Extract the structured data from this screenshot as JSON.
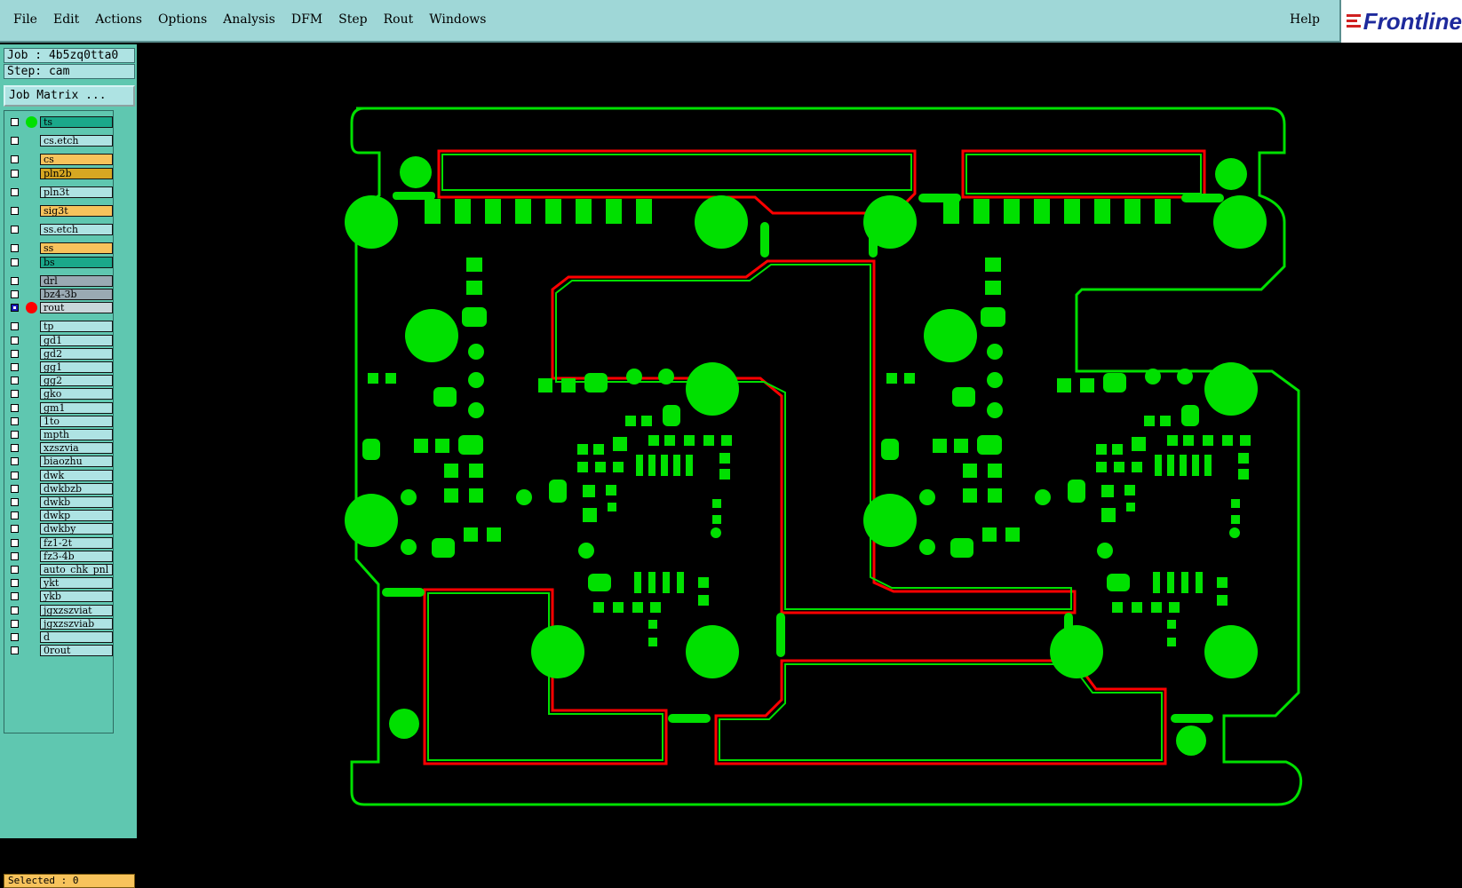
{
  "menubar": {
    "items": [
      "File",
      "Edit",
      "Actions",
      "Options",
      "Analysis",
      "DFM",
      "Step",
      "Rout",
      "Windows"
    ],
    "help": "Help",
    "logo_text": "Frontline"
  },
  "job": {
    "label": "Job : 4b5zq0tta0",
    "step": "Step: cam",
    "matrix_button": "Job Matrix ..."
  },
  "layers": [
    {
      "name": "ts",
      "color": "#1aa88a",
      "dot": "#00e000"
    },
    {
      "name": "cs.etch",
      "color": "#aee3e3"
    },
    {
      "name": "cs",
      "color": "#f7c35c"
    },
    {
      "name": "pln2b",
      "color": "#d6a722"
    },
    {
      "name": "pln3t",
      "color": "#aee3e3"
    },
    {
      "name": "sig3t",
      "color": "#f7c35c"
    },
    {
      "name": "ss.etch",
      "color": "#aee3e3"
    },
    {
      "name": "ss",
      "color": "#f7c35c"
    },
    {
      "name": "bs",
      "color": "#1aa88a"
    },
    {
      "name": "drl",
      "color": "#9aaab3"
    },
    {
      "name": "bz4-3b",
      "color": "#9aaab3"
    },
    {
      "name": "rout",
      "color": "#c9d7da",
      "dot": "#ff0000",
      "checked": true
    },
    {
      "name": "tp",
      "color": "#aee3e3"
    },
    {
      "name": "gd1",
      "color": "#aee3e3"
    },
    {
      "name": "gd2",
      "color": "#aee3e3"
    },
    {
      "name": "gg1",
      "color": "#aee3e3"
    },
    {
      "name": "gg2",
      "color": "#aee3e3"
    },
    {
      "name": "gko",
      "color": "#aee3e3"
    },
    {
      "name": "gm1",
      "color": "#aee3e3"
    },
    {
      "name": "1to",
      "color": "#aee3e3"
    },
    {
      "name": "mpth",
      "color": "#aee3e3"
    },
    {
      "name": "xzszvia",
      "color": "#aee3e3"
    },
    {
      "name": "biaozhu",
      "color": "#aee3e3"
    },
    {
      "name": "dwk",
      "color": "#aee3e3"
    },
    {
      "name": "dwkbzb",
      "color": "#aee3e3"
    },
    {
      "name": "dwkb",
      "color": "#aee3e3"
    },
    {
      "name": "dwkp",
      "color": "#aee3e3"
    },
    {
      "name": "dwkby",
      "color": "#aee3e3"
    },
    {
      "name": "fz1-2t",
      "color": "#aee3e3"
    },
    {
      "name": "fz3-4b",
      "color": "#aee3e3"
    },
    {
      "name": "auto_chk_pnl",
      "color": "#aee3e3"
    },
    {
      "name": "ykt",
      "color": "#aee3e3"
    },
    {
      "name": "ykb",
      "color": "#aee3e3"
    },
    {
      "name": "jgxzszviat",
      "color": "#aee3e3"
    },
    {
      "name": "jgxzszviab",
      "color": "#aee3e3"
    },
    {
      "name": "d",
      "color": "#aee3e3"
    },
    {
      "name": "0rout",
      "color": "#aee3e3"
    }
  ],
  "status": {
    "selected": "Selected : 0"
  },
  "colors": {
    "copper": "#00e000",
    "rout": "#ff0000",
    "background": "#000000"
  }
}
